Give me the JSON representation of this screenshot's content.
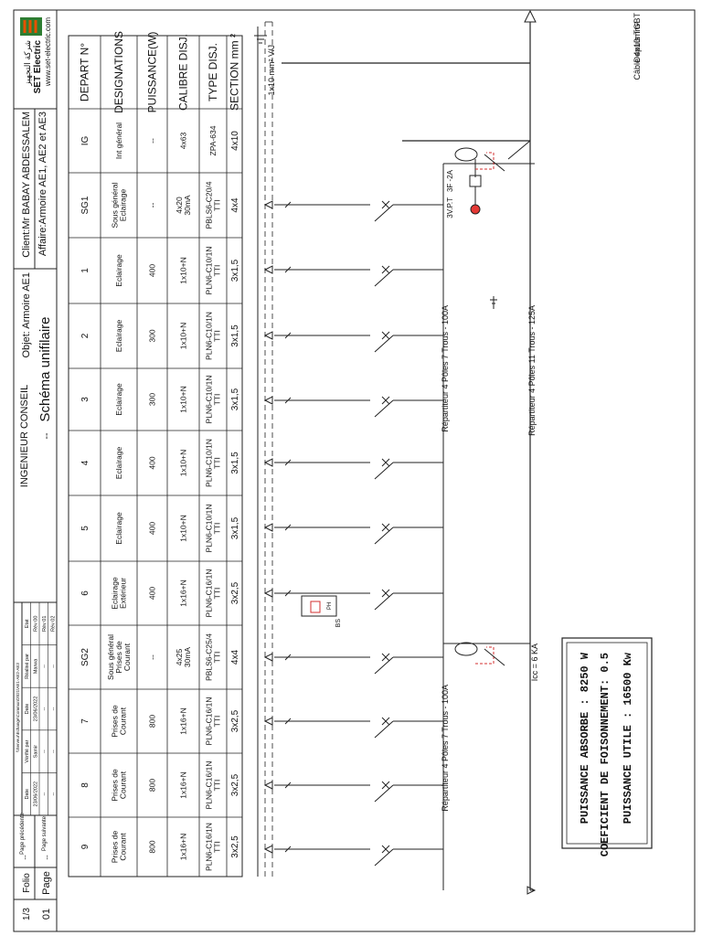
{
  "header": {
    "company": {
      "name": "SET Electric",
      "arabic": "شركة التجهيز",
      "website": "www.set-electric.com"
    },
    "client": "Client:Mr BABAY ABDESSALEM",
    "affaire": "Affaire:Armoire AE1, AE2 et AE3",
    "objet": "Objet: Armoire AE1",
    "title": "Schéma unifilaire",
    "engineer": "INGENIEUR CONSEIL",
    "engineer_value": "--"
  },
  "revision": {
    "file": "\\\\Serveur\\Echange\\Commun\\2021\\AE1-AE2-AE3",
    "head": [
      "Etat",
      "Réalisé par",
      "Date",
      "Vérifié par",
      "Date"
    ],
    "rows": [
      [
        "Rév 00",
        "Marwa",
        "23/06/2022",
        "Samir",
        "23/06/2022"
      ],
      [
        "Rév 01",
        "--",
        "--",
        "--",
        "--"
      ],
      [
        "Rév 02",
        "--",
        "--",
        "--",
        "--"
      ]
    ]
  },
  "pager": {
    "prev_label": "Page précédente",
    "prev_value": "--",
    "next_label": "Page suivante",
    "next_value": "--",
    "folio_label": "Folio",
    "folio_value": "1/3",
    "page_label": "Page",
    "page_value": "01"
  },
  "table": {
    "row_labels": [
      "DEPART N°",
      "DESIGNATIONS",
      "PUISSANCE(W)",
      "CALIBRE DISJ.",
      "TYPE DISJ.",
      "SECTION mm ²"
    ],
    "columns": [
      {
        "depart": "IG",
        "designation": "Int général",
        "puissance": "--",
        "calibre": "4x63",
        "type": "ZPA-634",
        "section": "4x10"
      },
      {
        "depart": "SG1",
        "designation": "Sous général\nEclairage",
        "puissance": "--",
        "calibre": "4x20\n30mA",
        "type": "PBLS6-C20/4\nTTI",
        "section": "4x4"
      },
      {
        "depart": "1",
        "designation": "Eclairage",
        "puissance": "400",
        "calibre": "1x10+N",
        "type": "PLN6-C10/1N\nTTI",
        "section": "3x1,5"
      },
      {
        "depart": "2",
        "designation": "Eclairage",
        "puissance": "300",
        "calibre": "1x10+N",
        "type": "PLN6-C10/1N\nTTI",
        "section": "3x1,5"
      },
      {
        "depart": "3",
        "designation": "Eclairage",
        "puissance": "300",
        "calibre": "1x10+N",
        "type": "PLN6-C10/1N\nTTI",
        "section": "3x1,5"
      },
      {
        "depart": "4",
        "designation": "Eclairage",
        "puissance": "400",
        "calibre": "1x10+N",
        "type": "PLN6-C10/1N\nTTI",
        "section": "3x1,5"
      },
      {
        "depart": "5",
        "designation": "Eclairage",
        "puissance": "400",
        "calibre": "1x10+N",
        "type": "PLN6-C10/1N\nTTI",
        "section": "3x1,5"
      },
      {
        "depart": "6",
        "designation": "Eclairage\nExtérieur",
        "puissance": "400",
        "calibre": "1x16+N",
        "type": "PLN6-C16/1N\nTTI",
        "section": "3x2,5"
      },
      {
        "depart": "SG2",
        "designation": "Sous général\nPrises de\nCourant",
        "puissance": "--",
        "calibre": "4x25\n30mA",
        "type": "PBLS6-C25/4\nTTI",
        "section": "4x4"
      },
      {
        "depart": "7",
        "designation": "Prises de\nCourant",
        "puissance": "800",
        "calibre": "1x16+N",
        "type": "PLN6-C16/1N\nTTI",
        "section": "3x2,5"
      },
      {
        "depart": "8",
        "designation": "Prises de\nCourant",
        "puissance": "800",
        "calibre": "1x16+N",
        "type": "PLN6-C16/1N\nTTI",
        "section": "3x2,5"
      },
      {
        "depart": "9",
        "designation": "Prises de\nCourant",
        "puissance": "800",
        "calibre": "1x16+N",
        "type": "PLN6-C16/1N\nTTI",
        "section": "3x2,5"
      }
    ]
  },
  "diagram": {
    "source": "Depuis TGBT\nCâble 4x10mm²",
    "cable": "1x10 mm² V/J",
    "fuse": "3F -2A",
    "lamp": "3V.P.T",
    "main_bus": "Répartiteur 4 Pôles 11 Trous - 125A",
    "sub_bus_1": "Répartiteur 4 Pôles 7 Trous - 100A",
    "sub_bus_2": "Répartiteur 4 Pôles 7 Trous - 100A",
    "icc": "Icc = 6 KA",
    "timer": "PH",
    "sensor": "BS",
    "power_box": [
      "PUISSANCE ABSORBE : 8250 W",
      "COEFICIENT DE FOISONNEMENT: 0.5",
      "PUISSANCE UTILE : 16500 Kw"
    ]
  }
}
